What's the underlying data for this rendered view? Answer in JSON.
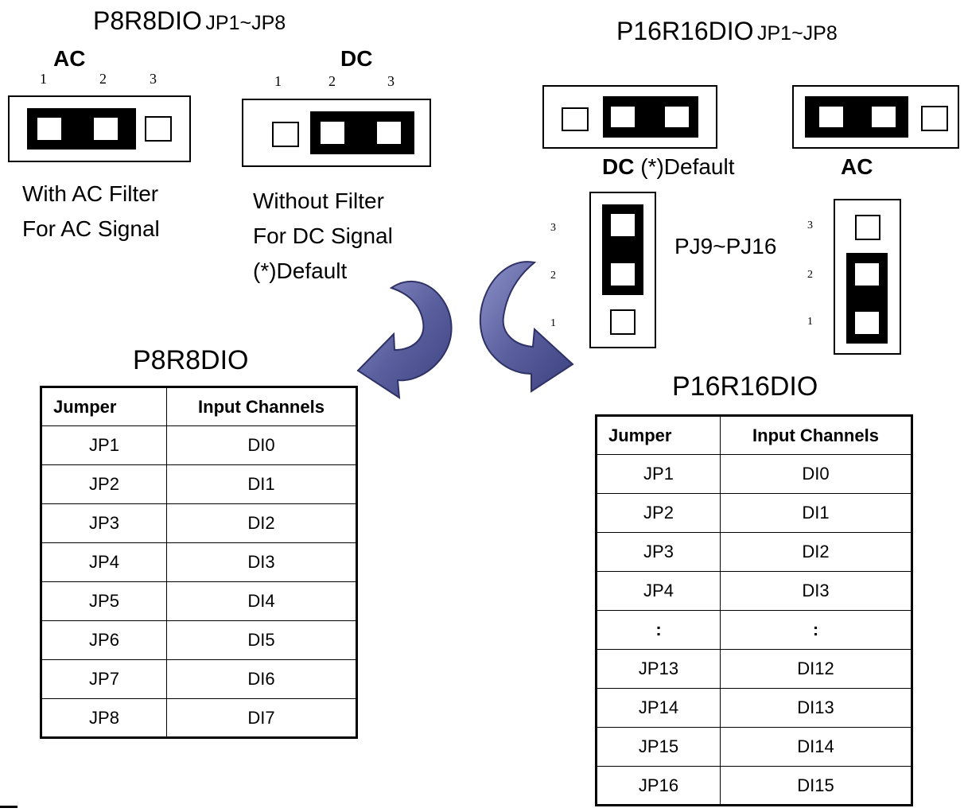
{
  "left": {
    "title": "P8R8DIO",
    "title_suffix": "JP1~JP8",
    "ac": {
      "label": "AC",
      "pins": [
        "1",
        "2",
        "3"
      ],
      "desc_lines": [
        "With AC Filter",
        "For AC Signal"
      ]
    },
    "dc": {
      "label": "DC",
      "pins": [
        "1",
        "2",
        "3"
      ],
      "desc_lines": [
        "Without Filter",
        "For DC Signal",
        "(*)Default"
      ]
    }
  },
  "right": {
    "title": "P16R16DIO",
    "title_suffix": "JP1~JP8",
    "dc_label": "DC",
    "dc_default": "(*)Default",
    "ac_label": "AC",
    "vertical_label": "PJ9~PJ16",
    "pins_left": [
      "3",
      "2",
      "1"
    ],
    "pins_right": [
      "3",
      "2",
      "1"
    ]
  },
  "table_left": {
    "title": "P8R8DIO",
    "headers": [
      "Jumper",
      "Input Channels"
    ],
    "rows": [
      [
        "JP1",
        "DI0"
      ],
      [
        "JP2",
        "DI1"
      ],
      [
        "JP3",
        "DI2"
      ],
      [
        "JP4",
        "DI3"
      ],
      [
        "JP5",
        "DI4"
      ],
      [
        "JP6",
        "DI5"
      ],
      [
        "JP7",
        "DI6"
      ],
      [
        "JP8",
        "DI7"
      ]
    ]
  },
  "table_right": {
    "title": "P16R16DIO",
    "headers": [
      "Jumper",
      "Input Channels"
    ],
    "rows": [
      [
        "JP1",
        "DI0"
      ],
      [
        "JP2",
        "DI1"
      ],
      [
        "JP3",
        "DI2"
      ],
      [
        "JP4",
        "DI3"
      ],
      [
        ":",
        ":"
      ],
      [
        "JP13",
        "DI12"
      ],
      [
        "JP14",
        "DI13"
      ],
      [
        "JP15",
        "DI14"
      ],
      [
        "JP16",
        "DI15"
      ]
    ]
  },
  "colors": {
    "arrow_fill": "#5a5f9e",
    "arrow_edge": "#2f3266"
  }
}
